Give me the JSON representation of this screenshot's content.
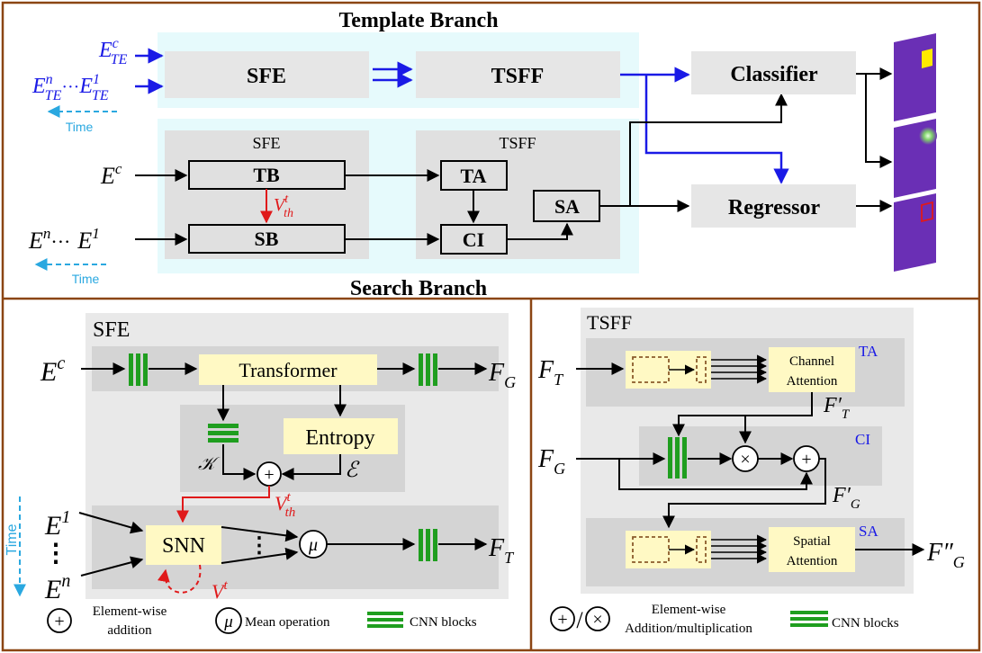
{
  "top": {
    "template_title": "Template Branch",
    "search_title": "Search Branch",
    "sfe_block": "SFE",
    "tsff_block": "TSFF",
    "classifier": "Classifier",
    "regressor": "Regressor",
    "sfe_label": "SFE",
    "tsff_label": "TSFF",
    "tb": "TB",
    "sb": "SB",
    "ta": "TA",
    "ci": "CI",
    "sa": "SA",
    "time1": "Time",
    "time2": "Time",
    "etec_base": "E",
    "etec_sup": "c",
    "etec_sub": "TE",
    "eten_base": "E",
    "eten_sup": "n",
    "eten_sub": "TE",
    "ete_dots": "···",
    "ete1_base": "E",
    "ete1_sup": "1",
    "ete1_sub": "TE",
    "ec_base": "E",
    "ec_sup": "c",
    "en_base": "E",
    "en_sup": "n",
    "e_dots": "···",
    "e1_base": "E",
    "e1_sup": "1",
    "vth_base": "V",
    "vth_sup": "t",
    "vth_sub": "th"
  },
  "sfe_panel": {
    "title": "SFE",
    "transformer": "Transformer",
    "entropy": "Entropy",
    "snn": "SNN",
    "k_symbol": "𝒦",
    "e_symbol": "ℰ",
    "plus": "+",
    "mu": "μ",
    "dots": "⋮",
    "time": "Time",
    "ec_base": "E",
    "ec_sup": "c",
    "e1_base": "E",
    "e1_sup": "1",
    "en_base": "E",
    "en_sup": "n",
    "vdots": "⋮",
    "fg_base": "F",
    "fg_sub": "G",
    "ft_base": "F",
    "ft_sub": "T",
    "vth_base": "V",
    "vth_sup": "t",
    "vth_sub": "th",
    "vt_base": "V",
    "vt_sup": "t",
    "legend_plus": "+",
    "legend_add_line1": "Element-wise",
    "legend_add_line2": "addition",
    "legend_mu": "μ",
    "legend_mean": "Mean operation",
    "legend_cnn": "CNN blocks"
  },
  "tsff_panel": {
    "title": "TSFF",
    "ta": "TA",
    "ci": "CI",
    "sa": "SA",
    "channel_attention_1": "Channel",
    "channel_attention_2": "Attention",
    "spatial_attention_1": "Spatial",
    "spatial_attention_2": "Attention",
    "times": "×",
    "plus": "+",
    "ft_base": "F",
    "ft_sub": "T",
    "fg_base": "F",
    "fg_sub": "G",
    "ftp_base": "F′",
    "ftp_sub": "T",
    "fgp_base": "F′",
    "fgp_sub": "G",
    "fgpp_base": "F″",
    "fgpp_sub": "G",
    "legend_plus": "+",
    "legend_slash": "/",
    "legend_times": "×",
    "legend_line1": "Element-wise",
    "legend_line2": "Addition/multiplication",
    "legend_cnn": "CNN blocks"
  },
  "colors": {
    "frame": "#8B4513",
    "block_gray": "#E6E6E6",
    "panel_gray": "#E9E9E9",
    "inner_gray": "#D4D4D4",
    "light_cyan": "#E6FAFC",
    "cream": "#FFF9C4",
    "green": "#1F9E1F",
    "blue": "#1A1AE6",
    "cyan_text": "#2AA8E0",
    "red": "#E0191A",
    "purple": "#6A2FB5",
    "dashed_brown": "#8B5A2B"
  }
}
